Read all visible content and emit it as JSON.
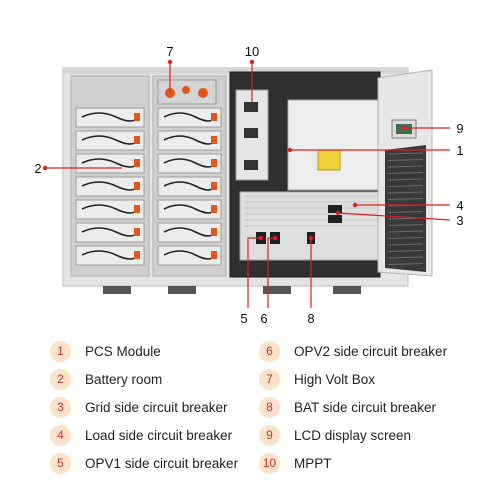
{
  "colors": {
    "callout": "#d9221c",
    "badge_bg": "#fbe2c8",
    "badge_text": "#c0392b",
    "cabinet_frame": "#e2e2e2",
    "cabinet_interior": "#c9c9c9",
    "dark_compartment": "#2e2e2e",
    "battery_module": "#ececec",
    "cable": "#222222",
    "connector": "#e4551c"
  },
  "callouts": [
    "1",
    "2",
    "3",
    "4",
    "5",
    "6",
    "7",
    "8",
    "9",
    "10"
  ],
  "legend": [
    {
      "num": "1",
      "label": "PCS Module"
    },
    {
      "num": "2",
      "label": "Battery room"
    },
    {
      "num": "3",
      "label": "Grid side circuit breaker"
    },
    {
      "num": "4",
      "label": "Load side circuit breaker"
    },
    {
      "num": "5",
      "label": "OPV1 side circuit breaker"
    },
    {
      "num": "6",
      "label": "OPV2 side circuit breaker"
    },
    {
      "num": "7",
      "label": "High Volt Box"
    },
    {
      "num": "8",
      "label": "BAT side circuit breaker"
    },
    {
      "num": "9",
      "label": "LCD display screen"
    },
    {
      "num": "10",
      "label": "MPPT"
    }
  ]
}
